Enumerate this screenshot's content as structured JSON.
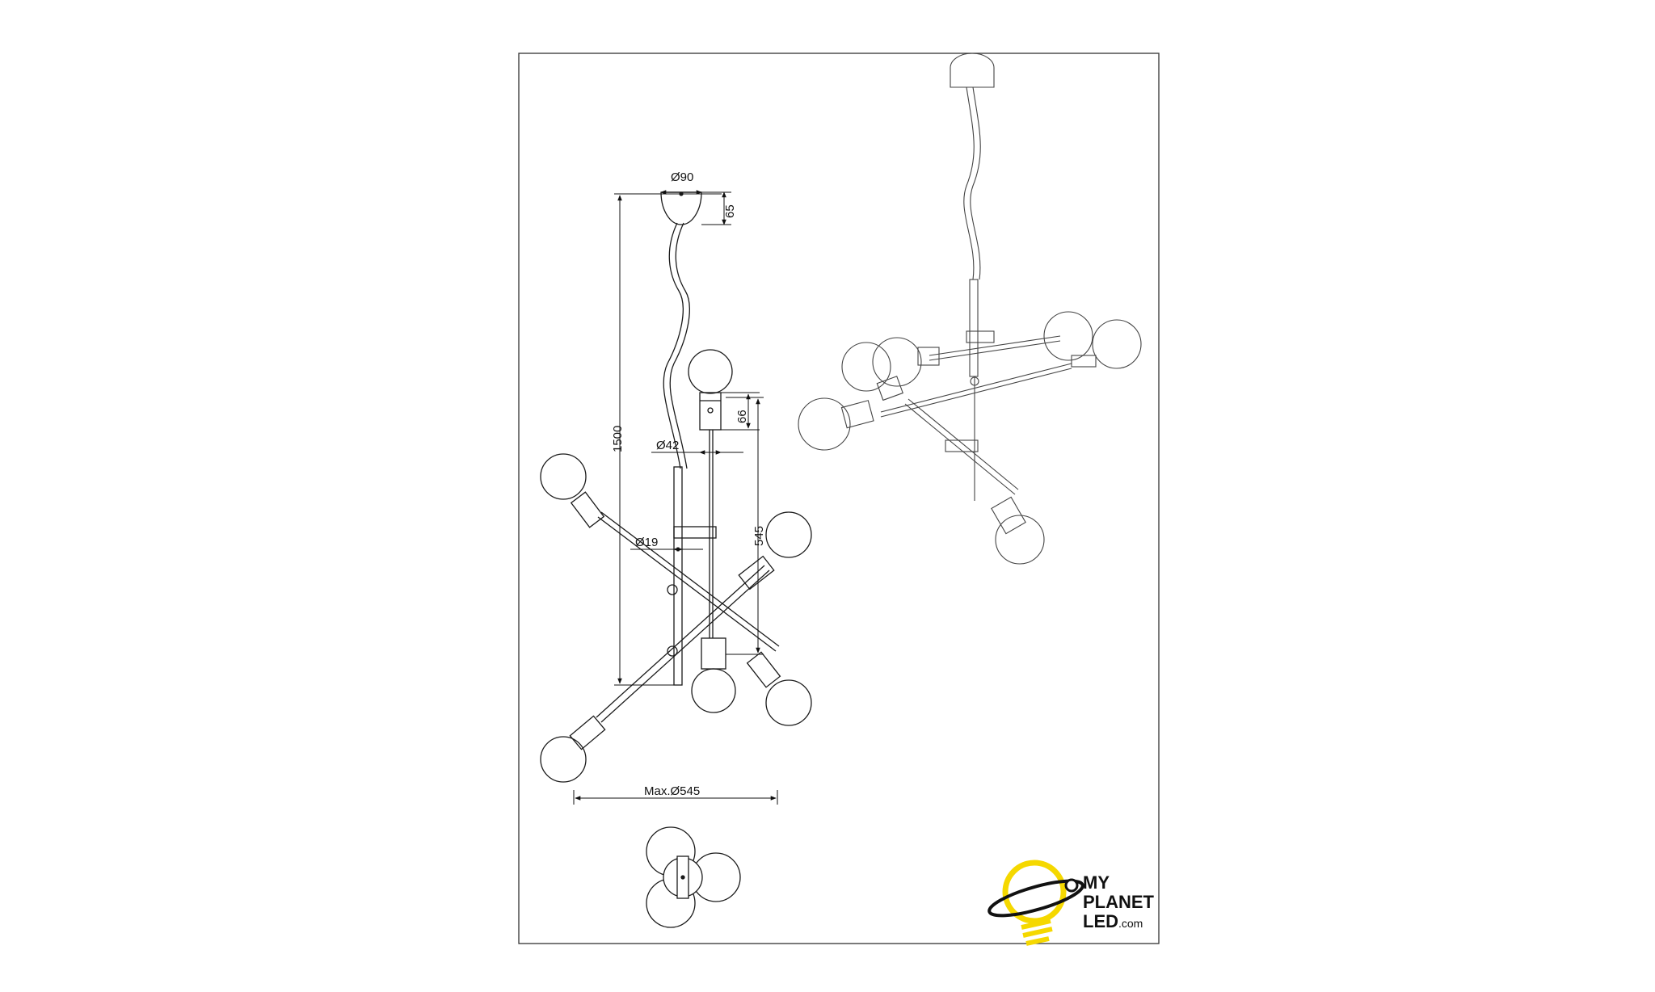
{
  "dimensions": {
    "canopy_diameter": "Ø90",
    "canopy_height": "65",
    "total_height": "1500",
    "socket_height": "66",
    "socket_diameter": "Ø42",
    "rod_span": "545",
    "rod_diameter": "Ø19",
    "max_diameter": "Max.Ø545"
  },
  "logo": {
    "line1": "MY",
    "line2": "PLANET",
    "line3": "LED",
    "line3_suffix": ".com",
    "accent_color": "#f5d800"
  },
  "colors": {
    "line": "#1a1a1a",
    "frame": "#333333",
    "background": "#ffffff"
  }
}
